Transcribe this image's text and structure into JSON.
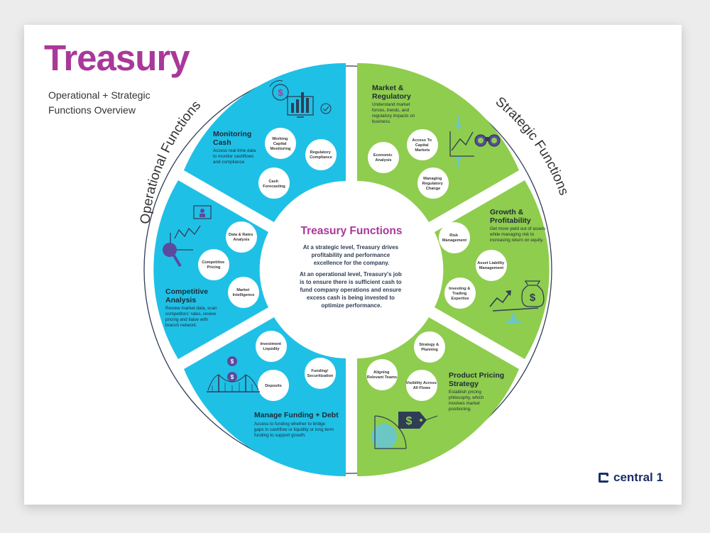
{
  "header": {
    "title": "Treasury",
    "subtitle": "Operational + Strategic Functions Overview"
  },
  "ring_labels": {
    "left": "Operational Functions",
    "right": "Strategic Functions"
  },
  "center": {
    "title": "Treasury Functions",
    "para1": [
      "At a strategic level, Treasury drives",
      "profitability and performance",
      "excellence for the company."
    ],
    "para2": [
      "At an operational level, Treasury's job",
      "is to ensure there is sufficient cash to",
      "fund company operations and ensure",
      "excess cash is being invested to",
      "optimize performance."
    ]
  },
  "segments": {
    "monitoring_cash": {
      "title": [
        "Monitoring",
        "Cash"
      ],
      "desc": [
        "Access real time data",
        "to monitor cashflows",
        "and compliance."
      ],
      "bubbles": [
        [
          "Working",
          "Capital",
          "Monitoring"
        ],
        [
          "Regulatory",
          "Compliance"
        ],
        [
          "Cash",
          "Forecasting"
        ]
      ]
    },
    "competitive_analysis": {
      "title": [
        "Competitive",
        "Analysis"
      ],
      "desc": [
        "Review market data, scan",
        "competitors' rates, review",
        "pricing and liaise with",
        "branch network."
      ],
      "bubbles": [
        [
          "Data & Rates",
          "Analysis"
        ],
        [
          "Competitive",
          "Pricing"
        ],
        [
          "Market",
          "Intelligence"
        ]
      ]
    },
    "manage_funding": {
      "title": [
        "Manage Funding + Debt"
      ],
      "desc": [
        "Access to funding whether to bridge",
        "gaps in cashflow or liquidity or long term",
        "funding to support growth."
      ],
      "bubbles": [
        [
          "Investment",
          "Liquidity"
        ],
        [
          "Funding/",
          "Securitization"
        ],
        [
          "Deposits"
        ]
      ]
    },
    "market_regulatory": {
      "title": [
        "Market &",
        "Regulatory"
      ],
      "desc": [
        "Understand market",
        "forces, trends, and",
        "regulatory impacts on",
        "business."
      ],
      "bubbles": [
        [
          "Access To",
          "Capital",
          "Markets"
        ],
        [
          "Economic",
          "Analysis"
        ],
        [
          "Managing",
          "Regulatory",
          "Change"
        ]
      ]
    },
    "growth_profitability": {
      "title": [
        "Growth &",
        "Profitability"
      ],
      "desc": [
        "Get more yield out of assets",
        "while managing risk to",
        "increasing return on equity."
      ],
      "bubbles": [
        [
          "Risk",
          "Management"
        ],
        [
          "Asset Liability",
          "Management"
        ],
        [
          "Investing &",
          "Trading",
          "Expertise"
        ]
      ]
    },
    "product_pricing": {
      "title": [
        "Product Pricing",
        "Strategy"
      ],
      "desc": [
        "Establish pricing",
        "philosophy, which",
        "involves market",
        "positioning."
      ],
      "bubbles": [
        [
          "Strategy &",
          "Planning"
        ],
        [
          "Aligning",
          "Relevant Teams"
        ],
        [
          "Visibility Across",
          "All Flows"
        ]
      ]
    }
  },
  "icons": {
    "cash_monitor": "cash-monitor-icon",
    "analysis_magnifier": "analysis-magnifier-icon",
    "bridge_funding": "bridge-funding-icon",
    "market_binoculars": "market-binoculars-icon",
    "growth_moneybag": "growth-moneybag-icon",
    "price_tag": "price-tag-icon"
  },
  "colors": {
    "operational": "#1fc0e6",
    "strategic": "#8fcd4e",
    "title": "#a9389a",
    "dark": "#2f3d55",
    "brand": "#1b2f6b"
  },
  "logo": {
    "text": "central 1"
  }
}
